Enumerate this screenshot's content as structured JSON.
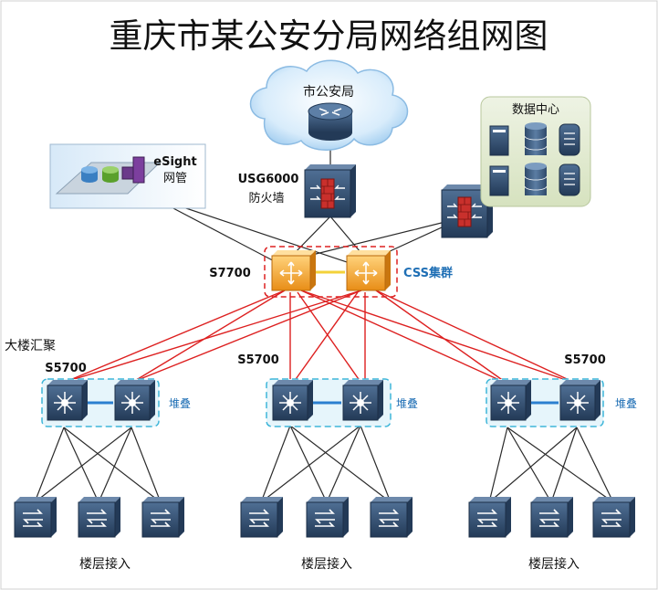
{
  "title": "重庆市某公安分局网络组网图",
  "cloud_label": "市公安局",
  "esight": {
    "line1": "eSight",
    "line2": "网管"
  },
  "firewall": {
    "model": "USG6000",
    "name": "防火墙"
  },
  "datacenter_label": "数据中心",
  "core": {
    "model": "S7700",
    "cluster_label": "CSS集群"
  },
  "building_agg_label": "大楼汇聚",
  "agg_groups": [
    {
      "model": "S5700",
      "stack_label": "堆叠",
      "access_label": "楼层接入"
    },
    {
      "model": "S5700",
      "stack_label": "堆叠",
      "access_label": "楼层接入"
    },
    {
      "model": "S5700",
      "stack_label": "堆叠",
      "access_label": "楼层接入"
    }
  ],
  "colors": {
    "uplink_red": "#dd2020",
    "link_dark": "#2a2a2a",
    "stack_blue": "#2b7fd0",
    "device_navy": "#2f4a6b",
    "core_orange": "#f3a32a",
    "cloud_blue": "#9ecbef",
    "datacenter_bg": "#e6edd8"
  }
}
